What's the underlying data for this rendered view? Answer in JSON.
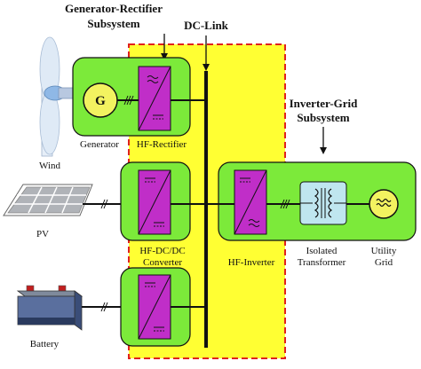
{
  "subsystems": {
    "generator_rectifier_line1": "Generator-Rectifier",
    "generator_rectifier_line2": "Subsystem",
    "dc_link": "DC-Link",
    "inverter_grid_line1": "Inverter-Grid",
    "inverter_grid_line2": "Subsystem"
  },
  "components": {
    "generator_symbol": "G",
    "generator": "Generator",
    "hf_rectifier": "HF-Rectifier",
    "wind": "Wind",
    "pv": "PV",
    "hf_dcdc_line1": "HF-DC/DC",
    "hf_dcdc_line2": "Converter",
    "hf_inverter": "HF-Inverter",
    "isolated_line1": "Isolated",
    "isolated_line2": "Transformer",
    "utility_line1": "Utility",
    "utility_line2": "Grid",
    "battery": "Battery"
  },
  "colors": {
    "subsystem_fill": "#7cea3a",
    "converter_fill": "#c02ec8",
    "dc_link_region": "#ffff33",
    "dashed_border": "#e0211d",
    "generator_fill": "#f3f260",
    "transformer_fill": "#bfe6ef"
  }
}
